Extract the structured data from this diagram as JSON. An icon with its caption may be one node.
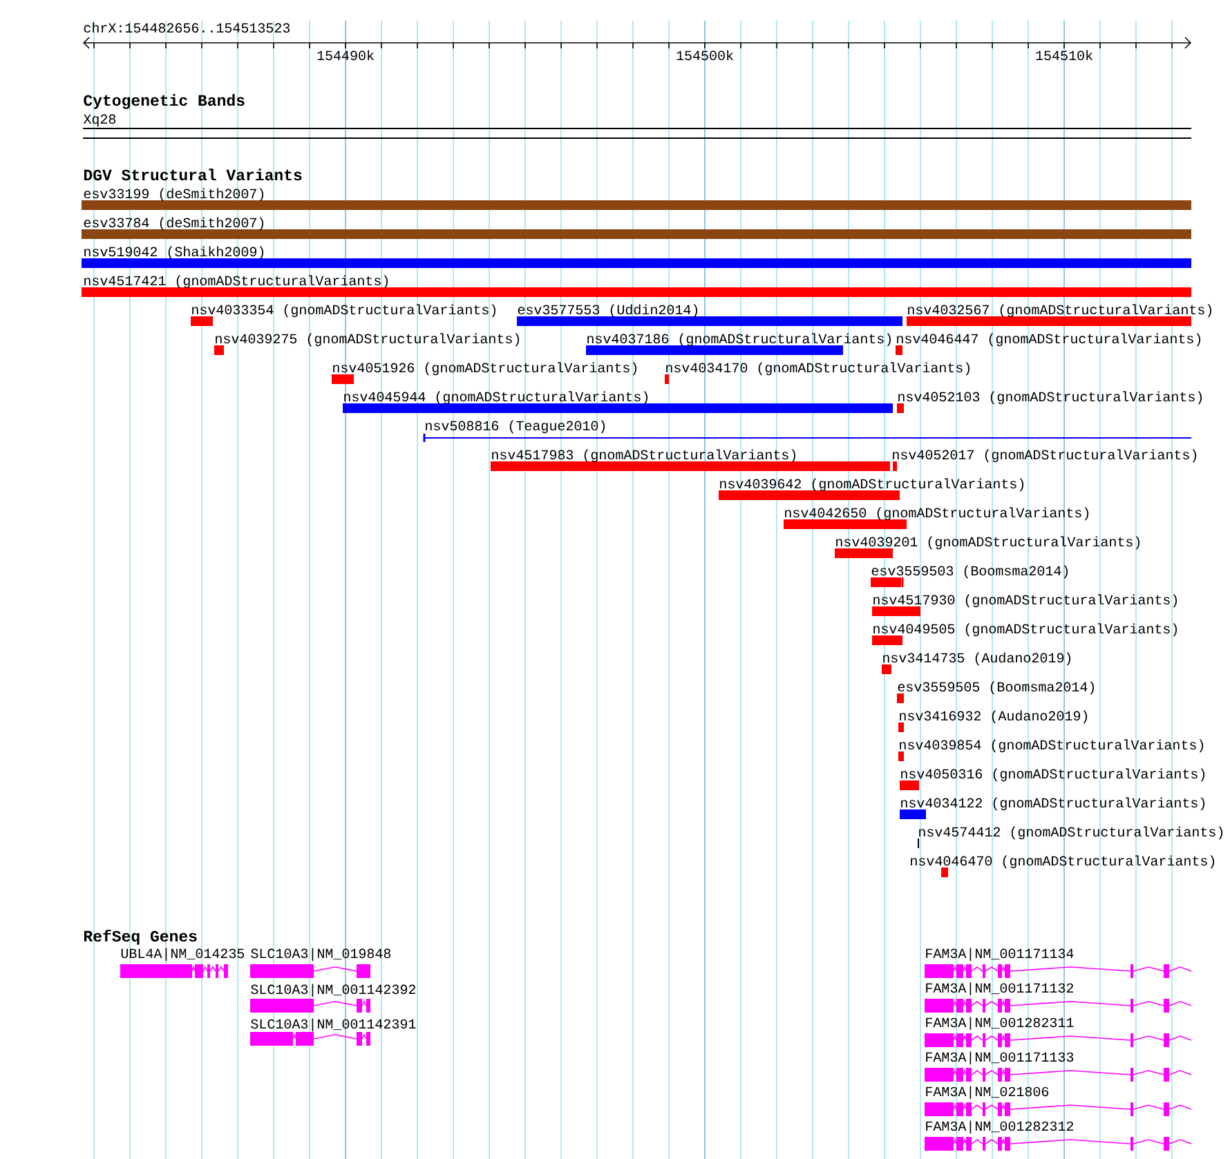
{
  "diagram": {
    "nodes": [
      {
        "text": [
          "esv33199 (deSmith2007)"
        ]
      },
      {
        "text": [
          "esv33784 (deSmith2007)"
        ]
      },
      {
        "text": [
          "nsv519042 (Shaikh2009)"
        ]
      },
      {
        "text": [
          "nsv4517421 (gnomADStructuralVariants)"
        ]
      },
      {
        "text": [
          "nsv4033354 (gnomADStructuralVariants)"
        ]
      },
      {
        "text": [
          "esv3577553 (Uddin2014)"
        ]
      },
      {
        "text": [
          "nsv4032567 (gnomADStructuralVariants)"
        ]
      },
      {
        "text": [
          "nsv4039275 (gnomADStructuralVariants)"
        ]
      },
      {
        "text": [
          "nsv4037186 (gnomADStructuralVariants)"
        ]
      },
      {
        "text": [
          "nsv4046447 (gnomADStructuralVariants)"
        ]
      },
      {
        "text": [
          "nsv4051926 (gnomADStructuralVariants)"
        ]
      },
      {
        "text": [
          "nsv4034170 (gnomADStructuralVariants)"
        ]
      },
      {
        "text": [
          "nsv4045944 (gnomADStructuralVariants)"
        ]
      },
      {
        "text": [
          "nsv4052103 (gnomADStructuralVariants)"
        ]
      },
      {
        "text": [
          "nsv508816 (Teague2010)"
        ]
      },
      {
        "text": [
          "nsv4517983 (gnomADStructuralVariants)"
        ]
      },
      {
        "text": [
          "nsv4052017 (gnomADStructuralVariants)"
        ]
      },
      {
        "text": [
          "nsv4039642 (gnomADStructuralVariants)"
        ]
      },
      {
        "text": [
          "nsv4042650 (gnomADStructuralVariants)"
        ]
      },
      {
        "text": [
          "nsv4039201 (gnomADStructuralVariants)"
        ]
      },
      {
        "text": [
          "esv3559503 (Boomsma2014)"
        ]
      },
      {
        "text": [
          "nsv4517930 (gnomADStructuralVariants)"
        ]
      },
      {
        "text": [
          "nsv4049505 (gnomADStructuralVariants)"
        ]
      },
      {
        "text": [
          "nsv3414735 (Audano2019)"
        ]
      },
      {
        "text": [
          "esv3559505 (Boomsma2014)"
        ]
      },
      {
        "text": [
          "nsv3416932 (Audano2019)"
        ]
      },
      {
        "text": [
          "nsv4039854 (gnomADStructuralVariants)"
        ]
      },
      {
        "text": [
          "nsv4050316 (gnomADStructuralVariants)"
        ]
      },
      {
        "text": [
          "nsv4034122 (gnomADStructuralVariants)"
        ]
      },
      {
        "text": [
          "nsv4574412 (gnomADStructuralVariants)"
        ]
      },
      {
        "text": [
          "nsv4046470 (gnomADStructuralVariants)"
        ]
      },
      {
        "text": [
          "UBL4A|NM_014235"
        ]
      },
      {
        "text": [
          "SLC10A3|NM_019848"
        ]
      },
      {
        "text": [
          "SLC10A3|NM_001142392"
        ]
      },
      {
        "text": [
          "SLC10A3|NM_001142391"
        ]
      },
      {
        "text": [
          "FAM3A|NM_001171134"
        ]
      },
      {
        "text": [
          "FAM3A|NM_001171132"
        ]
      },
      {
        "text": [
          "FAM3A|NM_001282311"
        ]
      },
      {
        "text": [
          "FAM3A|NM_001171133"
        ]
      },
      {
        "text": [
          "FAM3A|NM_021806"
        ]
      },
      {
        "text": [
          "FAM3A|NM_001282312"
        ]
      }
    ],
    "labels": [
      "chrX:154482656..154513523",
      "154490k",
      "154500k",
      "154510k",
      "Cytogenetic Bands",
      "Xq28",
      "DGV Structural Variants",
      "RefSeq Genes"
    ]
  }
}
